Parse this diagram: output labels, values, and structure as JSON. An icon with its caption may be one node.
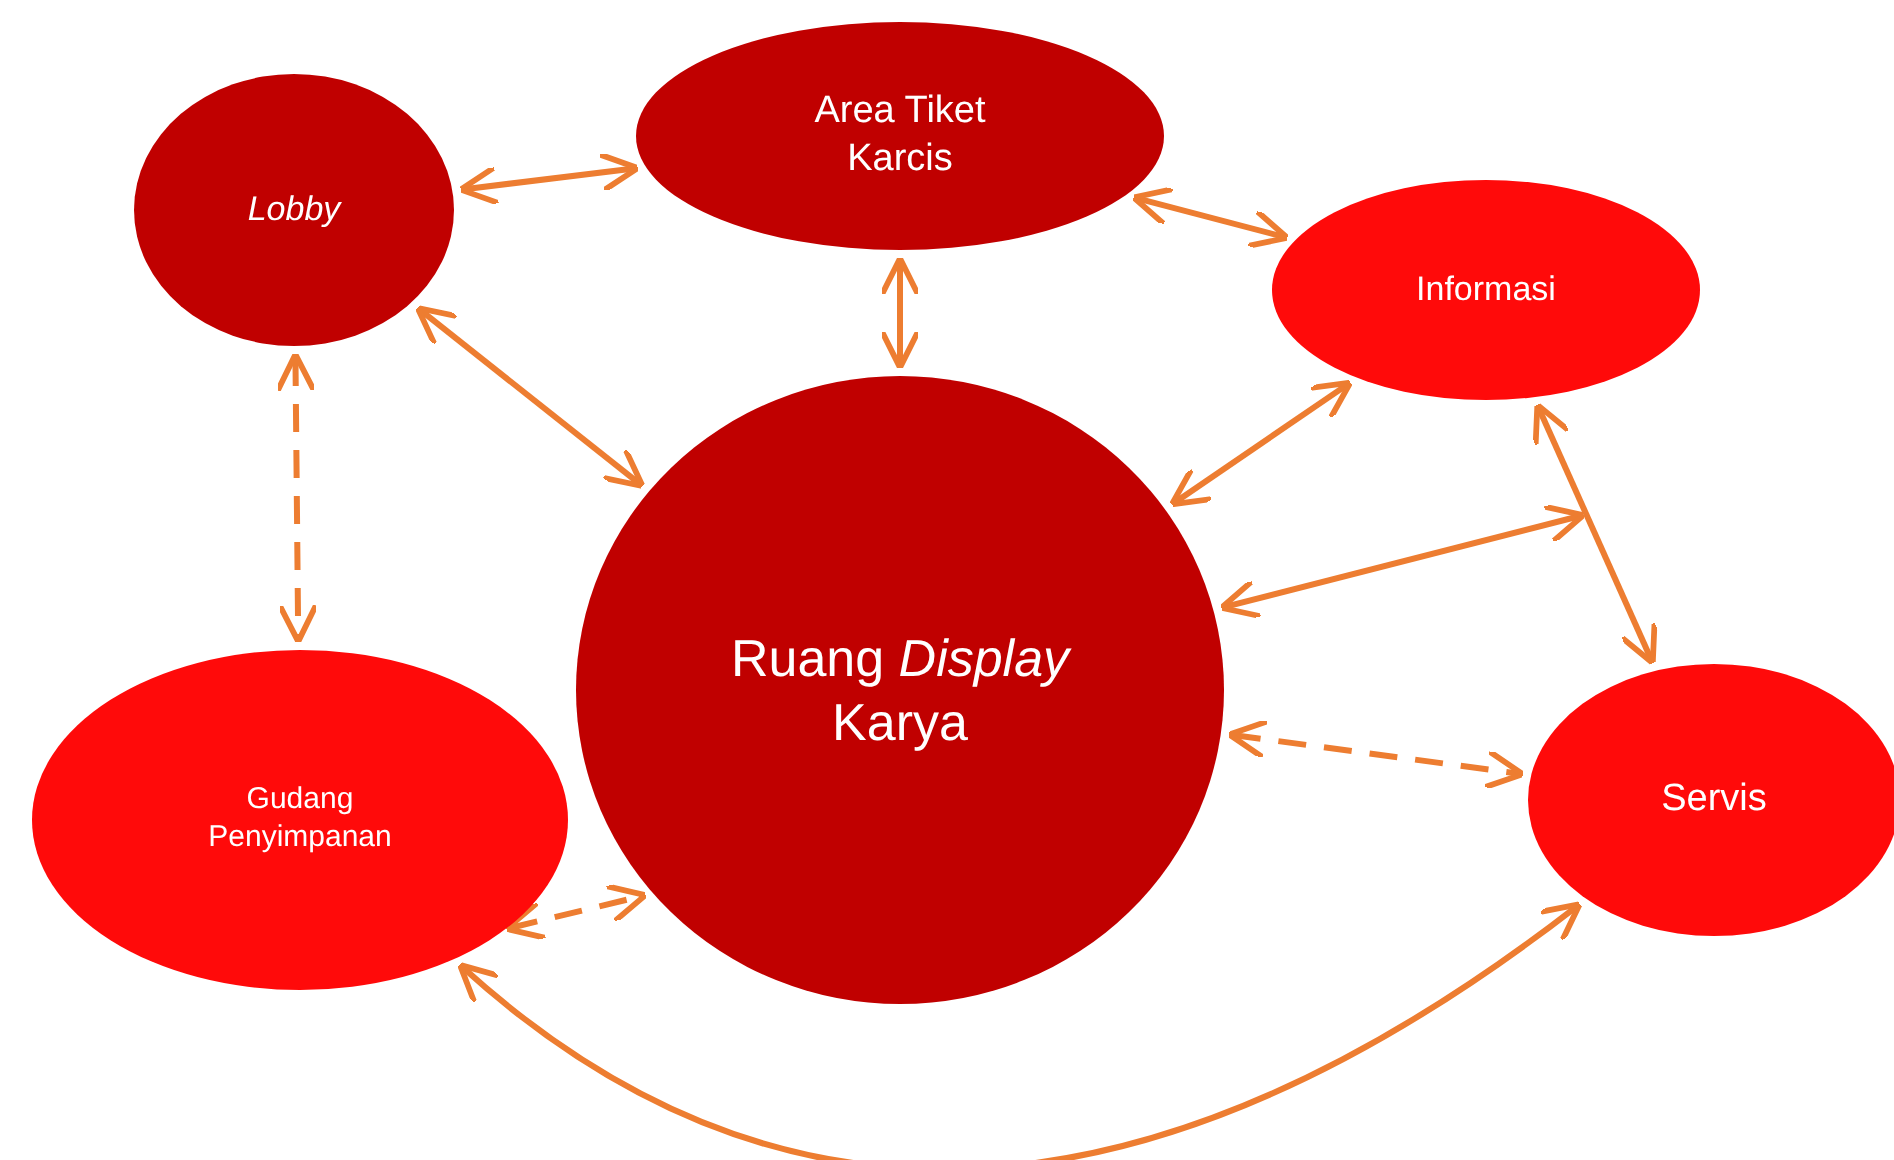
{
  "diagram": {
    "nodes": [
      {
        "text": [
          "Lobby"
        ]
      },
      {
        "text": [
          "Area Tiket Karcis"
        ]
      },
      {
        "text": [
          "Informasi"
        ]
      },
      {
        "text": [
          "Ruang *Display* Karya"
        ]
      },
      {
        "text": [
          "Gudang Penyimpanan"
        ]
      },
      {
        "text": [
          "Servis"
        ]
      }
    ],
    "edges": [
      {
        "from": 0,
        "to": 1,
        "arrow": "both"
      },
      {
        "from": 0,
        "to": 3,
        "arrow": "both"
      },
      {
        "from": 1,
        "to": 3,
        "arrow": "both"
      },
      {
        "from": 1,
        "to": 2,
        "arrow": "both"
      },
      {
        "from": 2,
        "to": 3,
        "arrow": "both"
      },
      {
        "from": 2,
        "to": 5,
        "arrow": "both"
      },
      {
        "from": 3,
        "to": null,
        "arrow": "both"
      },
      {
        "from": 0,
        "to": 4,
        "arrow": "both",
        "style": "dashed"
      },
      {
        "from": 3,
        "to": 5,
        "arrow": "both",
        "style": "dashed"
      },
      {
        "from": 4,
        "to": 3,
        "arrow": "both",
        "style": "dashed"
      },
      {
        "from": 4,
        "to": 5,
        "arrow": "both"
      }
    ]
  }
}
